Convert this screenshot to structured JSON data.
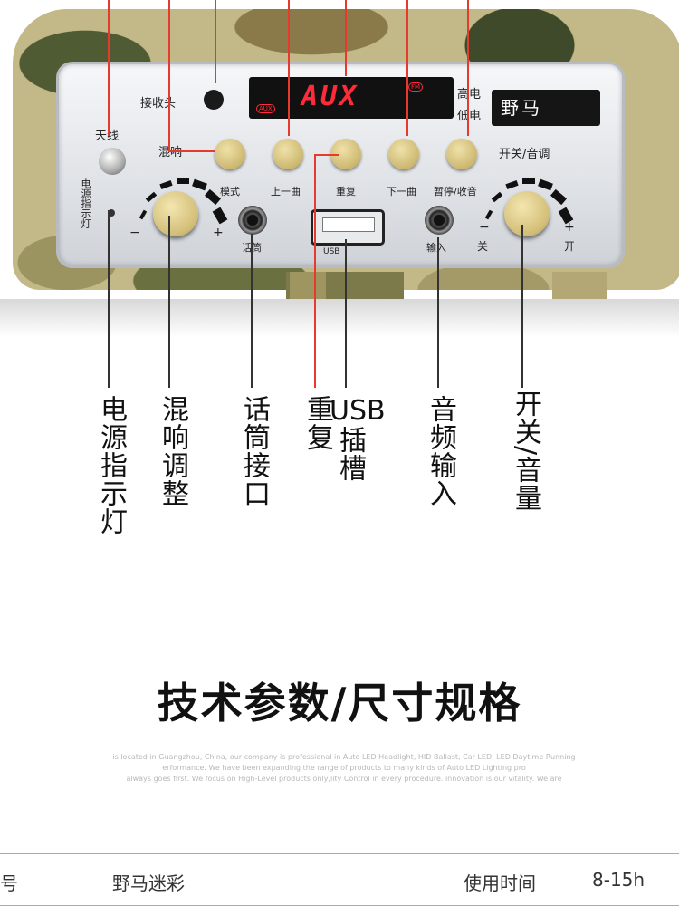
{
  "panel": {
    "antenna": "天线",
    "receiver": "接收头",
    "reverb": "混响",
    "power_indicator": "电源指示灯",
    "mode": "模式",
    "prev": "上一曲",
    "repeat": "重复",
    "next": "下一曲",
    "pause": "暂停/收音",
    "mic": "话筒",
    "usb": "USB",
    "input": "输入",
    "power_volume": "开关/音调",
    "battery_high": "高电",
    "battery_low": "低电",
    "brand": "野马",
    "minus": "−",
    "plus": "+",
    "off": "关",
    "on": "开",
    "lcd_text": "AUX",
    "lcd_tag": "FM",
    "lcd_tag2": "AUX"
  },
  "callouts": {
    "power_indicator": "电源指示灯",
    "reverb_adjust": "混响调整",
    "mic_port": "话筒接口",
    "repeat": "重复",
    "usb_slot_title": "USB",
    "usb_slot_rest": "插槽",
    "audio_input": "音频输入",
    "power_volume": "开关/音量"
  },
  "heading": "技术参数/尺寸规格",
  "blurb": [
    "is located in Guangzhou, China, our company is professional in Auto LED Headlight, HID Ballast, Car LED, LED Daytime Running",
    "erformance. We have been expanding the range of products to many kinds of Auto LED Lighting pro",
    "always goes first. We focus on High-Level products only,lity Control in every procedure. innovation is our vitality. We are"
  ],
  "specs": {
    "model_label": "号",
    "model_value": "野马迷彩",
    "time_label": "使用时间",
    "time_value": "8-15h"
  },
  "colors": {
    "pointer": "#e63a2e",
    "lcd": "#ff2a3a"
  }
}
